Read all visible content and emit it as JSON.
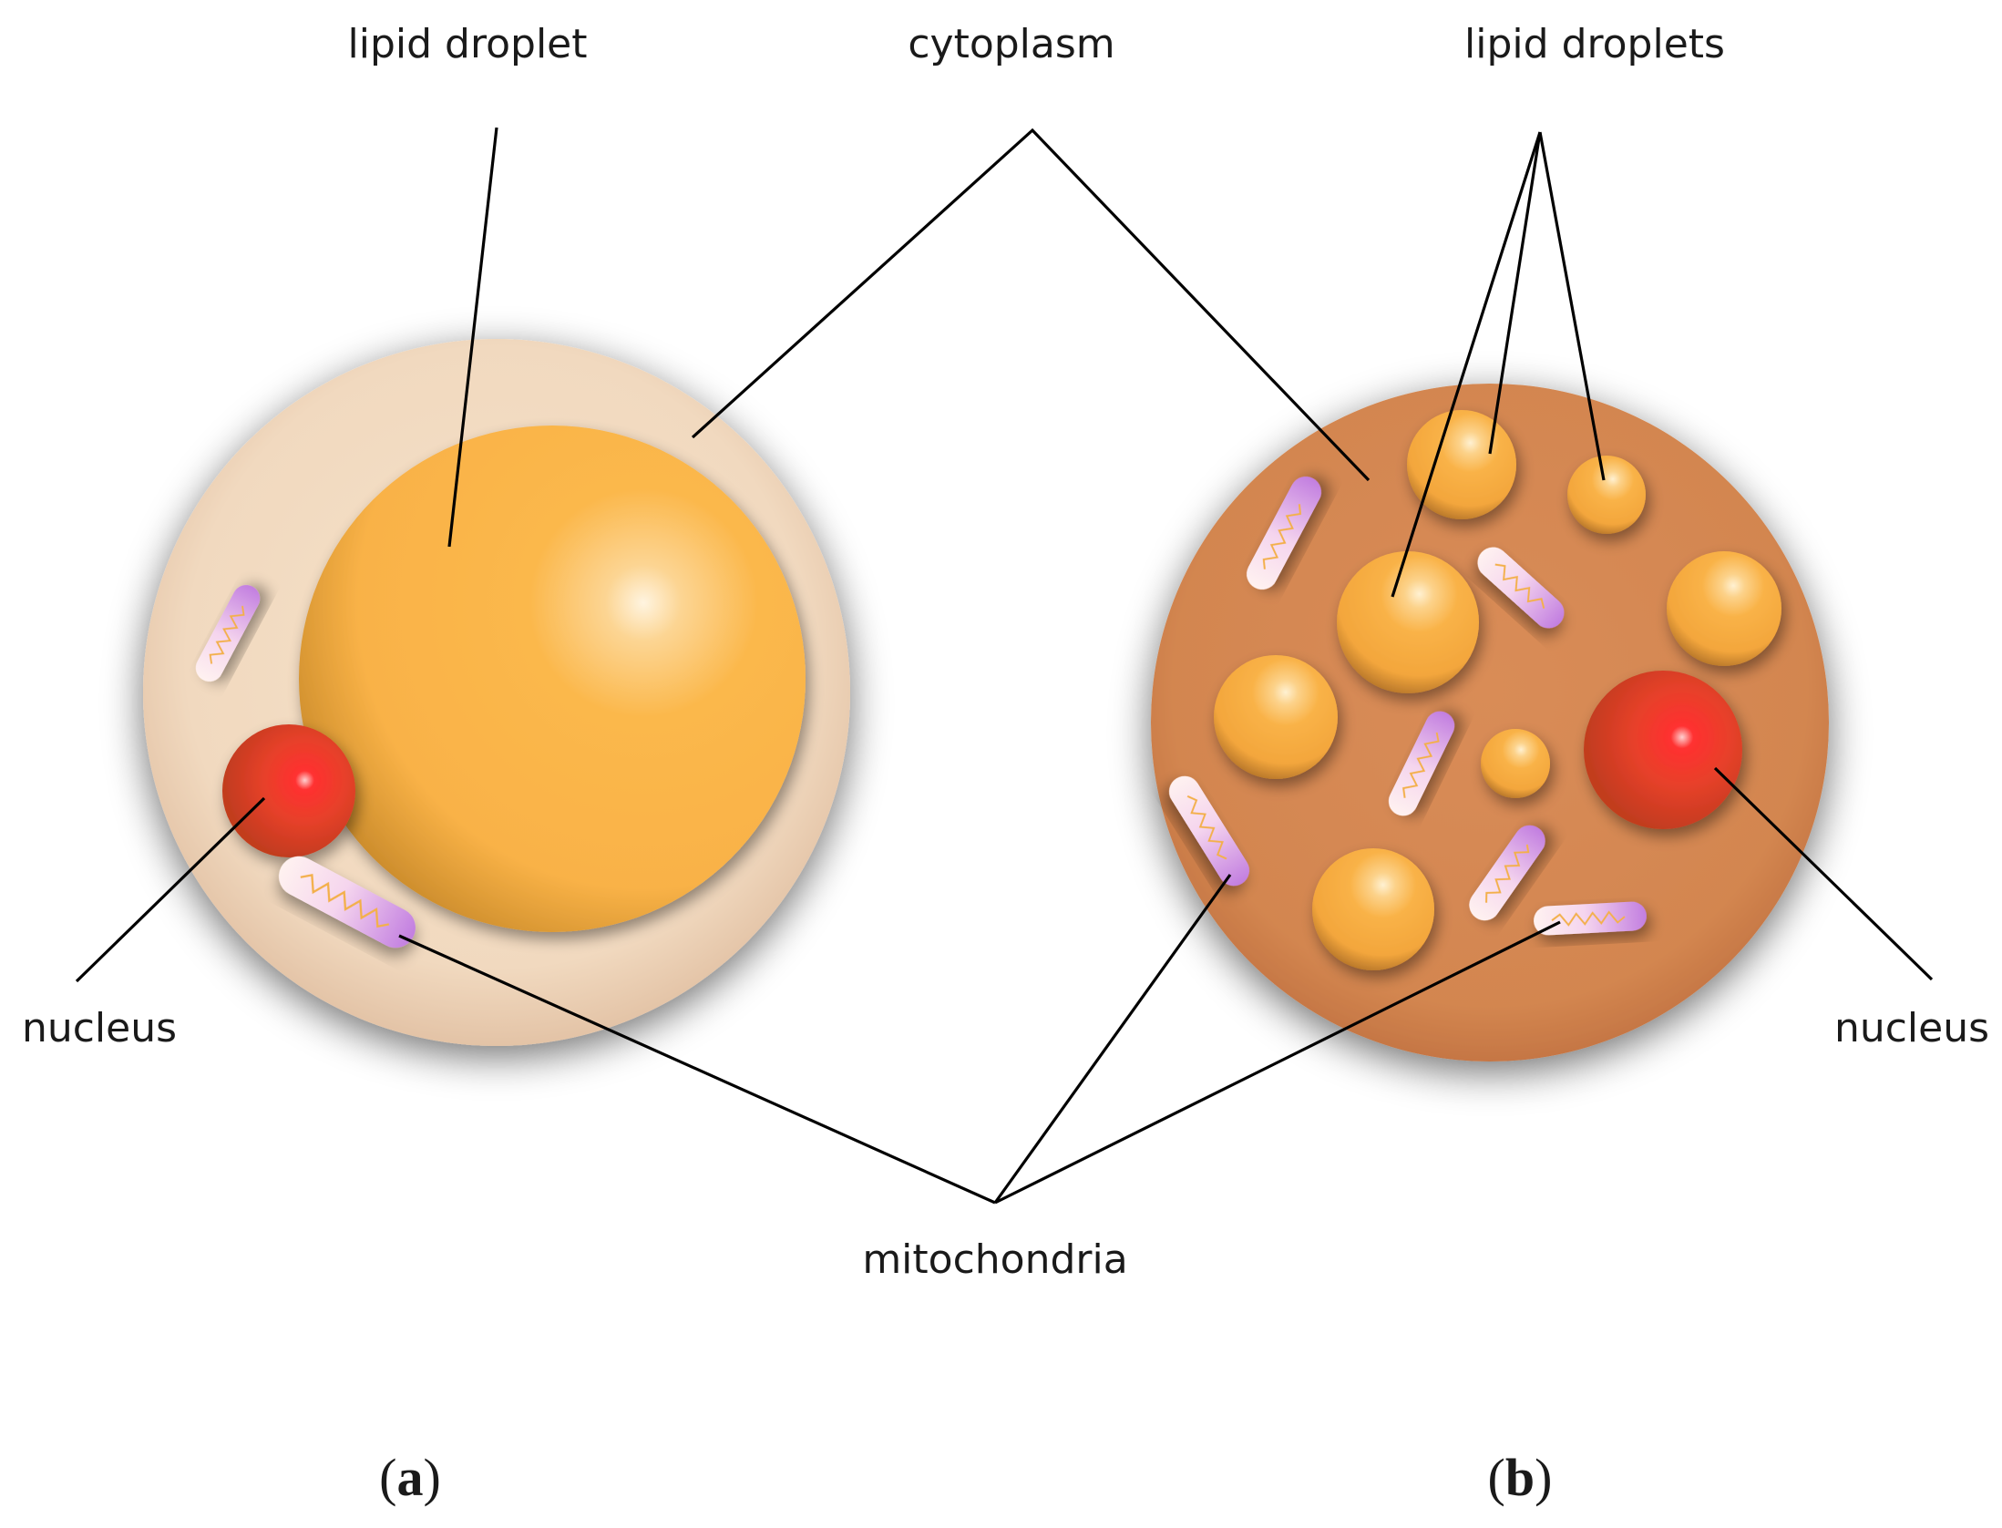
{
  "colors": {
    "cytoplasm_a": "#f2dcc4",
    "cytoplasm_b": "#d58a55",
    "lipid": "#fbb548",
    "lipid_dark": "#d98f25",
    "nucleus": "#e2442a",
    "nucleus_core": "#ff2b2b",
    "mito_light": "#fde6e6",
    "mito_purple": "#cc82e0",
    "crista": "#f3b04a",
    "leader_line": "#000000"
  },
  "labels": {
    "lipid_droplet": "lipid droplet",
    "cytoplasm": "cytoplasm",
    "lipid_droplets": "lipid droplets",
    "nucleus_left": "nucleus",
    "nucleus_right": "nucleus",
    "mitochondria": "mitochondria"
  },
  "panels": {
    "a": {
      "open": "(",
      "letter": "a",
      "close": ")"
    },
    "b": {
      "open": "(",
      "letter": "b",
      "close": ")"
    }
  }
}
